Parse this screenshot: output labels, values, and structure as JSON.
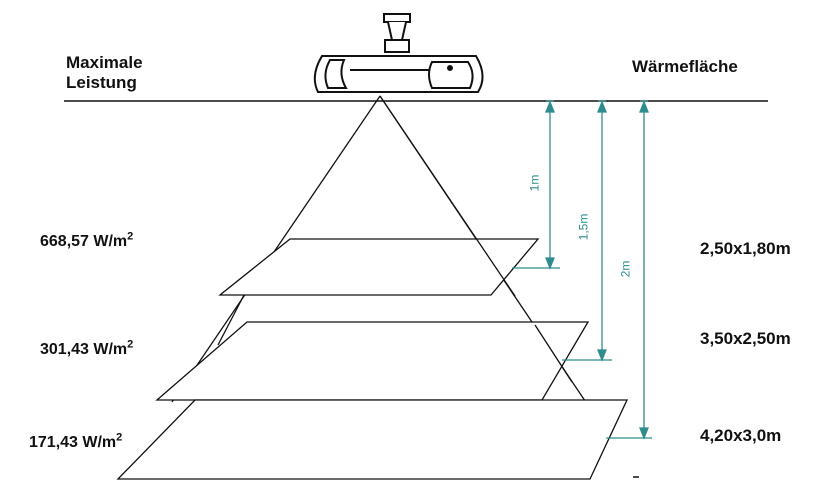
{
  "header": {
    "left_title_line1": "Maximale",
    "left_title_line2": "Leistung",
    "right_title": "Wärmefläche"
  },
  "levels": [
    {
      "power_value": "668,57 W/m",
      "power_sup": "2",
      "area": "2,50x1,80m",
      "distance": "1m"
    },
    {
      "power_value": "301,43 W/m",
      "power_sup": "2",
      "area": "3,50x2,50m",
      "distance": "1,5m"
    },
    {
      "power_value": "171,43 W/m",
      "power_sup": "2",
      "area": "4,20x3,0m",
      "distance": "2m"
    }
  ],
  "colors": {
    "line": "#111111",
    "dimension": "#2e8c8c"
  }
}
